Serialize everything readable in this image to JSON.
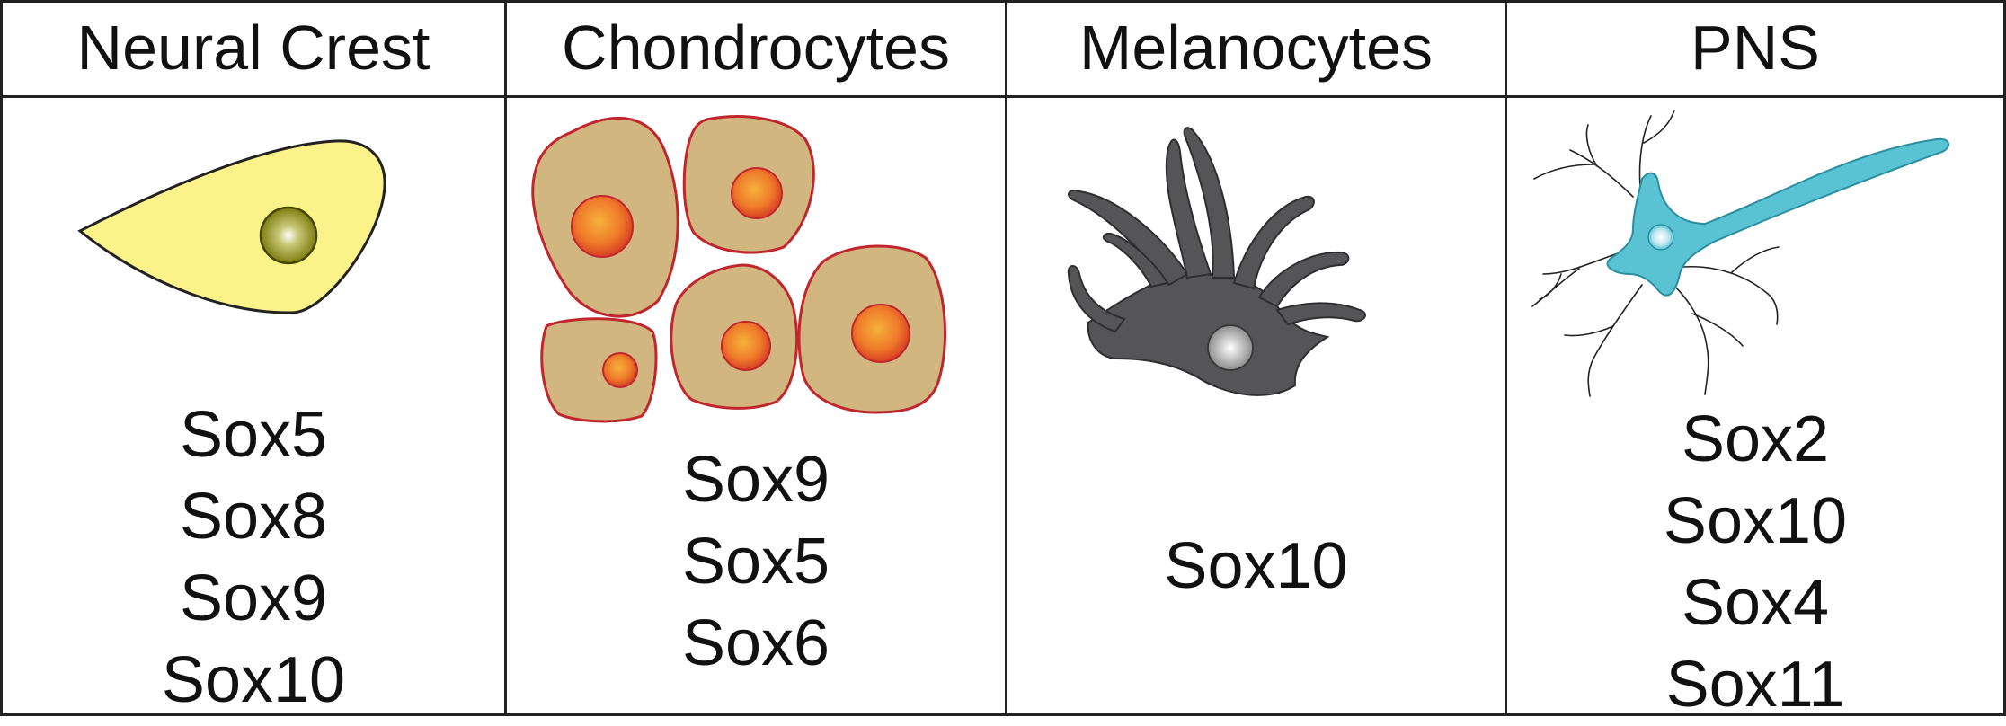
{
  "columns": [
    {
      "header": "Neural Crest",
      "icon": "neural-crest-cell-icon",
      "genes": [
        "Sox5",
        "Sox8",
        "Sox9",
        "Sox10"
      ],
      "colors": {
        "cell": "#fbf28a",
        "nucleus": "#8a8a12"
      }
    },
    {
      "header": "Chondrocytes",
      "icon": "chondrocyte-cells-icon",
      "genes": [
        "Sox9",
        "Sox5",
        "Sox6"
      ],
      "colors": {
        "cell": "#d2b680",
        "outline": "#c0272d",
        "nucleus": "#f08a2a"
      }
    },
    {
      "header": "Melanocytes",
      "icon": "melanocyte-cell-icon",
      "genes": [
        "Sox10"
      ],
      "colors": {
        "cell": "#555557",
        "nucleus": "#a8a8a8"
      }
    },
    {
      "header": "PNS",
      "icon": "neuron-cell-icon",
      "genes": [
        "Sox2",
        "Sox10",
        "Sox4",
        "Sox11"
      ],
      "colors": {
        "cell": "#59c3d3",
        "dendrite": "#222222"
      }
    }
  ]
}
